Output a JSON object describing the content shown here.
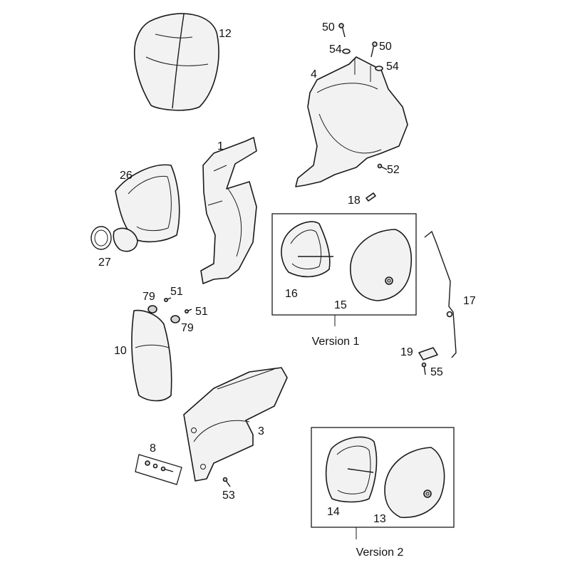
{
  "callouts": {
    "c12": "12",
    "c50a": "50",
    "c50b": "50",
    "c54a": "54",
    "c54b": "54",
    "c4": "4",
    "c1": "1",
    "c26": "26",
    "c52": "52",
    "c18": "18",
    "c27": "27",
    "c16": "16",
    "c15": "15",
    "c17": "17",
    "c79a": "79",
    "c51a": "51",
    "c51b": "51",
    "c79b": "79",
    "c10": "10",
    "c19": "19",
    "c55": "55",
    "c3": "3",
    "c8": "8",
    "c53": "53",
    "c14": "14",
    "c13": "13"
  },
  "groups": {
    "version1": "Version 1",
    "version2": "Version 2"
  }
}
